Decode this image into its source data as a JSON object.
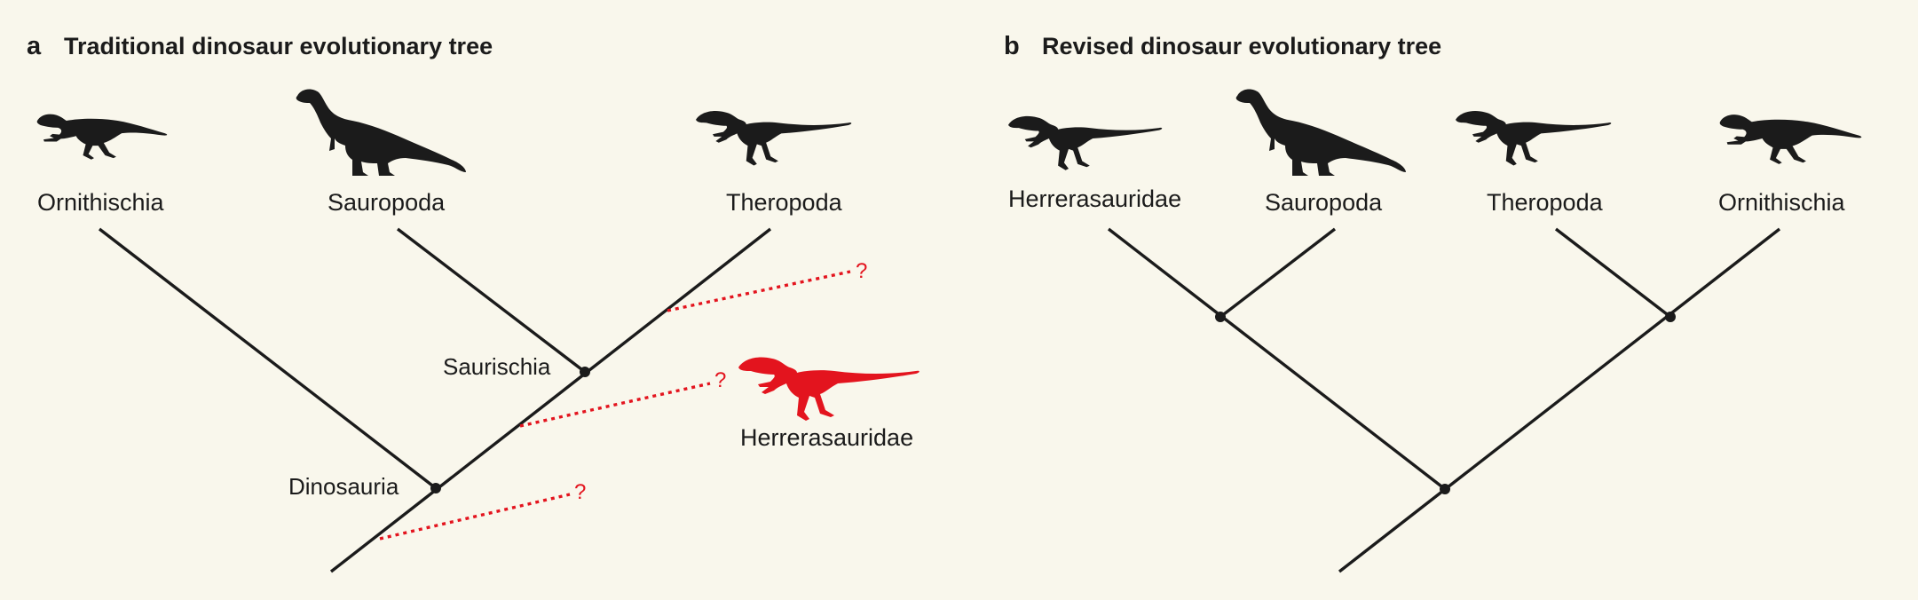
{
  "colors": {
    "background": "#f9f7ec",
    "tree": "#1b1b1b",
    "highlight": "#e3141e"
  },
  "panel_a": {
    "letter": "a",
    "title": "Traditional dinosaur evolutionary tree",
    "taxa": {
      "ornithischia": "Ornithischia",
      "sauropoda": "Sauropoda",
      "theropoda": "Theropoda",
      "herrerasauridae": "Herrerasauridae"
    },
    "nodes": {
      "saurischia": "Saurischia",
      "dinosauria": "Dinosauria"
    },
    "uncertain_mark": "?"
  },
  "panel_b": {
    "letter": "b",
    "title": "Revised dinosaur evolutionary tree",
    "taxa": {
      "herrerasauridae": "Herrerasauridae",
      "sauropoda": "Sauropoda",
      "theropoda": "Theropoda",
      "ornithischia": "Ornithischia"
    }
  },
  "icons": [
    "ornithischian-silhouette-icon",
    "sauropodomorph-silhouette-icon",
    "theropod-silhouette-icon",
    "herrerasaurid-silhouette-icon"
  ]
}
